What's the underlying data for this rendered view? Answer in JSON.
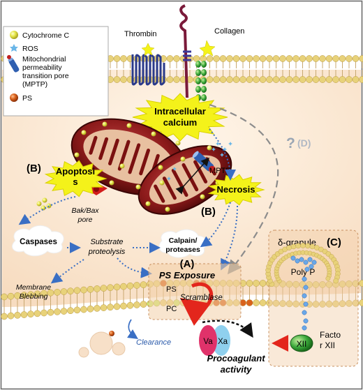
{
  "legend": {
    "items": [
      {
        "label": "Cytochrome C",
        "icon": "yellow-sphere",
        "color": "#e6e64a"
      },
      {
        "label": "ROS",
        "icon": "blue-star",
        "color": "#6ab6e8"
      },
      {
        "label": "Mitochondrial",
        "icon": "mptp-cylinder",
        "color": "#2f5fb0"
      },
      {
        "label": "permeability",
        "icon": "",
        "color": ""
      },
      {
        "label": "transition pore",
        "icon": "",
        "color": ""
      },
      {
        "label": "(MPTP)",
        "icon": "",
        "color": ""
      },
      {
        "label": "PS",
        "icon": "orange-sphere",
        "color": "#d9621c"
      }
    ]
  },
  "receptors": {
    "thrombin": "Thrombin",
    "collagen": "Collagen"
  },
  "calcium": {
    "line1": "Intracellular",
    "line2": "calcium"
  },
  "labels": {
    "b_apoptosis": "(B)",
    "apoptosis_line1": "Apoptosi",
    "apoptosis_line2": "s",
    "mptp": "MPTP",
    "necrosis": "Necrosis",
    "b_necrosis": "(B)",
    "bak_line1": "Bak/Bax",
    "bak_line2": "pore",
    "caspases": "Caspases",
    "substrate_line1": "Substrate",
    "substrate_line2": "proteolysis",
    "calpain_line1": "Calpain/",
    "calpain_line2": "proteases",
    "membrane_line1": "Membrane",
    "membrane_line2": "Blebbing",
    "question": "?",
    "d_label": "(D)",
    "a_label": "(A)",
    "ps_exposure": "PS Exposure",
    "ps_mark": "PS",
    "pc_mark": "PC",
    "scramblase": "Scramblase",
    "va": "Va",
    "xa": "Xa",
    "procoag_line1": "Procoagulant",
    "procoag_line2": "activity",
    "clearance": "Clearance",
    "delta_granule": "δ-granule",
    "c_label": "(C)",
    "polyp": "Poly P",
    "xii": "XII",
    "factor_line1": "Facto",
    "factor_line2": "r XII"
  },
  "colors": {
    "membrane_head": "#e8d27a",
    "membrane_bg": "#fbe9d6",
    "mitochondria": "#8b1a1a",
    "yellow_burst": "#f4f21a",
    "arrow_blue": "#3a6fc4",
    "arrow_gray": "#8c8c8c",
    "red_arrow": "#e3261c",
    "va": "#e0326a",
    "xa": "#8fd0ee",
    "xii": "#3aa83a"
  }
}
